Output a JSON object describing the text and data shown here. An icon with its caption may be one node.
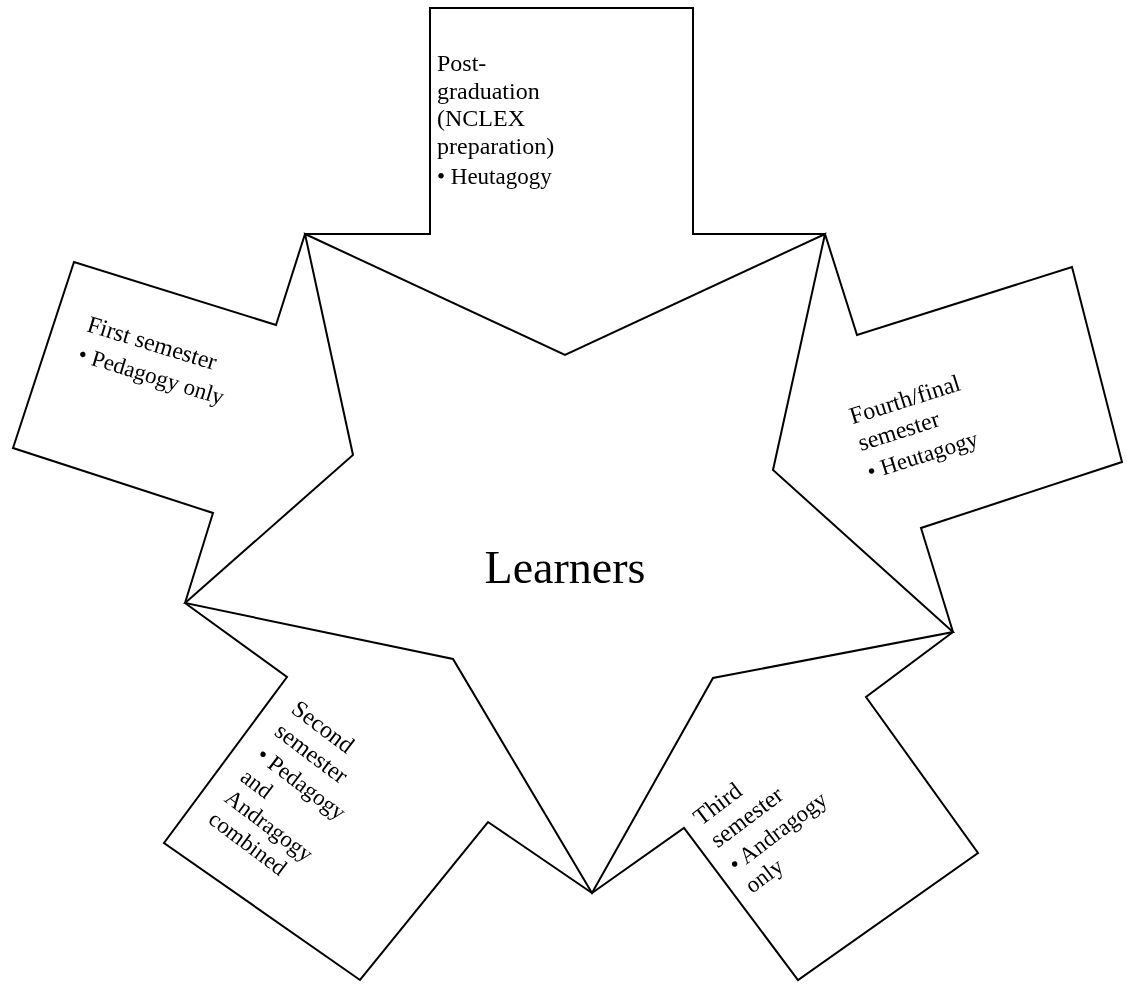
{
  "diagram": {
    "nodes": [
      {
        "text": [
          "Post-graduation (NCLEX preparation)",
          "• Heutagogy"
        ]
      },
      {
        "text": [
          "First semester",
          "• Pedagogy only"
        ]
      },
      {
        "text": [
          "Fourth/final semester",
          "• Heutagogy"
        ]
      },
      {
        "text": [
          "Learners"
        ]
      },
      {
        "text": [
          "Second semester",
          "• Pedagogy and Andragogy combined"
        ]
      },
      {
        "text": [
          "Third semester",
          "• Andragogy only"
        ]
      }
    ]
  }
}
